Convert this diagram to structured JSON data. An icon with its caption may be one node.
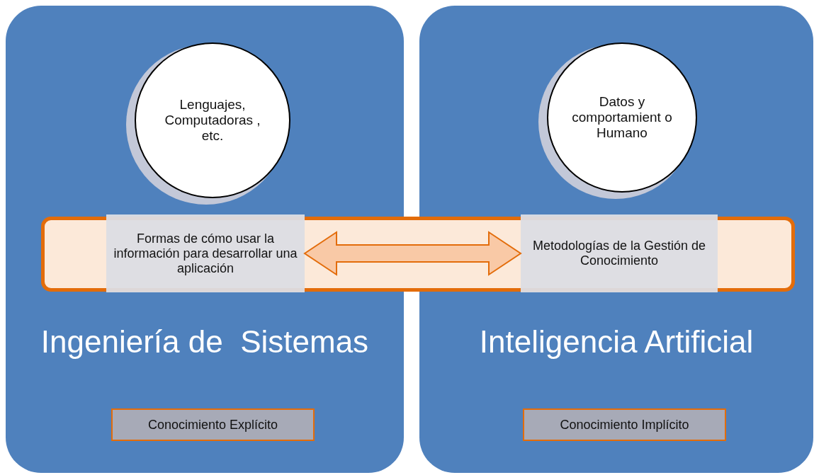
{
  "diagram": {
    "nodes": [
      {
        "text": [
          "Ingeniería de  Sistemas"
        ]
      },
      {
        "text": [
          "Lenguajes, Computadoras , etc."
        ],
        "in": 0
      },
      {
        "text": [
          "Inteligencia Artificial"
        ]
      },
      {
        "text": [
          "Datos y comportamient o Humano"
        ],
        "in": 2
      },
      {
        "text": [],
        "shape": "box"
      },
      {
        "text": [
          "Formas de cómo usar la información para desarrollar una aplicación"
        ]
      },
      {
        "text": [
          "Metodologías de la Gestión de Conocimiento"
        ]
      },
      {
        "text": [
          "Conocimiento Explícito"
        ],
        "in": 0
      },
      {
        "text": [
          "Conocimiento Implícito"
        ],
        "in": 2
      }
    ],
    "edges": [
      {
        "from": 5,
        "to": 6,
        "arrow": "both"
      }
    ]
  }
}
